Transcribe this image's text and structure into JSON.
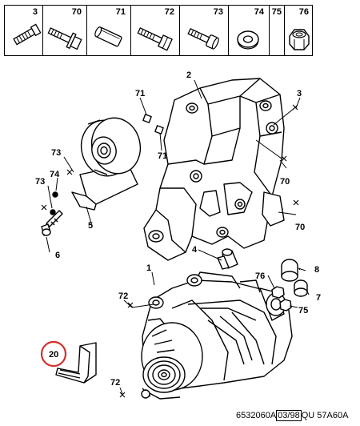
{
  "parts_table": [
    {
      "ref": "3",
      "icon": "socket-head-bolt-icon"
    },
    {
      "ref": "70",
      "icon": "flange-bolt-icon"
    },
    {
      "ref": "71",
      "icon": "dowel-sleeve-icon"
    },
    {
      "ref": "72",
      "icon": "hex-bolt-icon"
    },
    {
      "ref": "73",
      "icon": "socket-head-screw-icon"
    },
    {
      "ref": "74",
      "icon": "washer-icon"
    },
    {
      "ref": "75",
      "icon": "blank-icon"
    },
    {
      "ref": "76",
      "icon": "hex-nut-icon"
    }
  ],
  "callouts": {
    "c2": "2",
    "c3": "3",
    "c71a": "71",
    "c71b": "71",
    "c70a": "70",
    "c70b": "70",
    "c73a": "73",
    "c74": "74",
    "c73b": "73",
    "c5": "5",
    "c6": "6",
    "c4": "4",
    "c8": "8",
    "c76": "76",
    "c7": "7",
    "c75": "75",
    "c72a": "72",
    "c1": "1",
    "c20": "20",
    "c72b": "72"
  },
  "highlight_color": "#d0312d",
  "footer": {
    "code": "6532060A",
    "date": "03/98",
    "suffix": "QU 57A60A"
  }
}
